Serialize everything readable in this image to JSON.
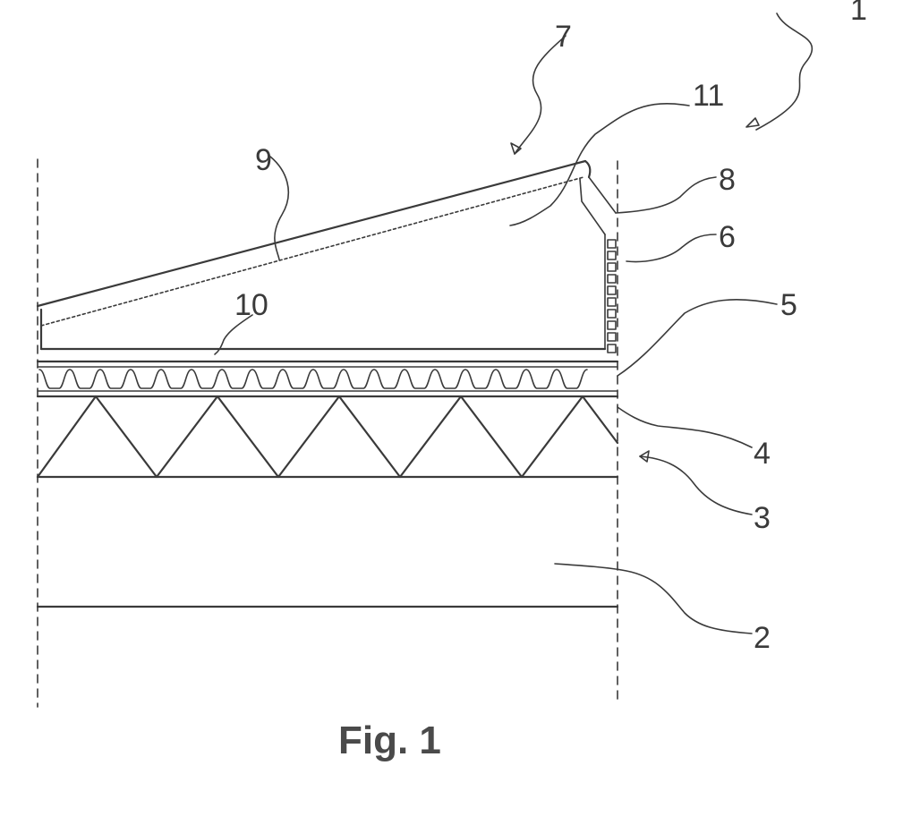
{
  "figure": {
    "caption": "Fig. 1",
    "reference_numerals": {
      "r1": "1",
      "r2": "2",
      "r3": "3",
      "r4": "4",
      "r5": "5",
      "r6": "6",
      "r7": "7",
      "r8": "8",
      "r9": "9",
      "r10": "10",
      "r11": "11"
    }
  }
}
